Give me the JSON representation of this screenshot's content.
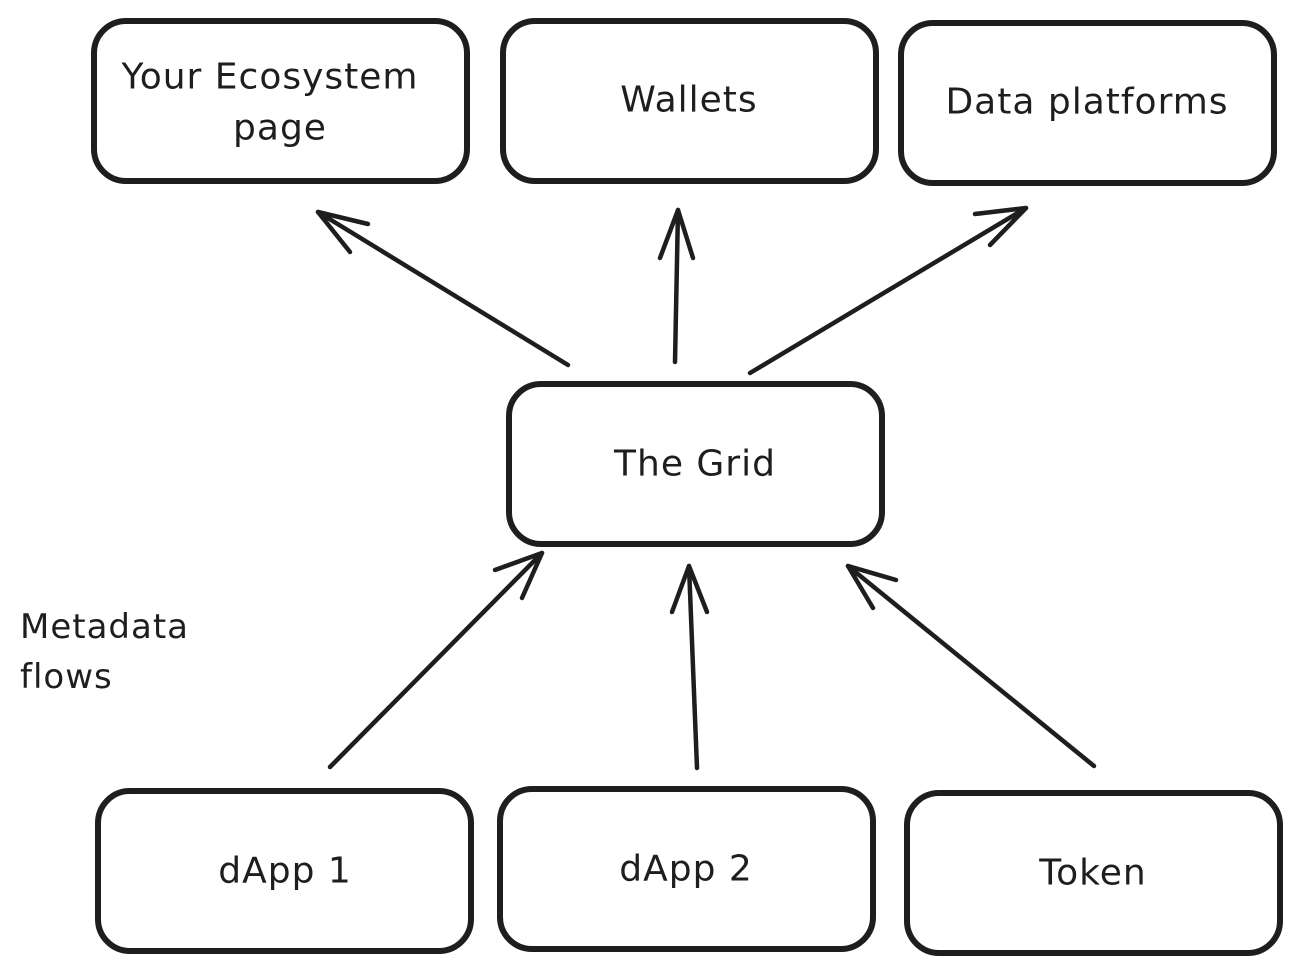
{
  "diagram": {
    "nodes": [
      {
        "id": "ecosystem",
        "lines": [
          "Your Ecosystem",
          "page"
        ]
      },
      {
        "id": "wallets",
        "lines": [
          "Wallets"
        ]
      },
      {
        "id": "data-platforms",
        "lines": [
          "Data platforms"
        ]
      },
      {
        "id": "the-grid",
        "lines": [
          "The Grid"
        ]
      },
      {
        "id": "dapp1",
        "lines": [
          "dApp 1"
        ]
      },
      {
        "id": "dapp2",
        "lines": [
          "dApp 2"
        ]
      },
      {
        "id": "token",
        "lines": [
          "Token"
        ]
      }
    ],
    "edges": [
      {
        "from": "the-grid",
        "to": "ecosystem"
      },
      {
        "from": "the-grid",
        "to": "wallets"
      },
      {
        "from": "the-grid",
        "to": "data-platforms"
      },
      {
        "from": "dapp1",
        "to": "the-grid"
      },
      {
        "from": "dapp2",
        "to": "the-grid"
      },
      {
        "from": "token",
        "to": "the-grid"
      }
    ],
    "annotation": {
      "lines": [
        "Metadata",
        "flows"
      ]
    }
  }
}
